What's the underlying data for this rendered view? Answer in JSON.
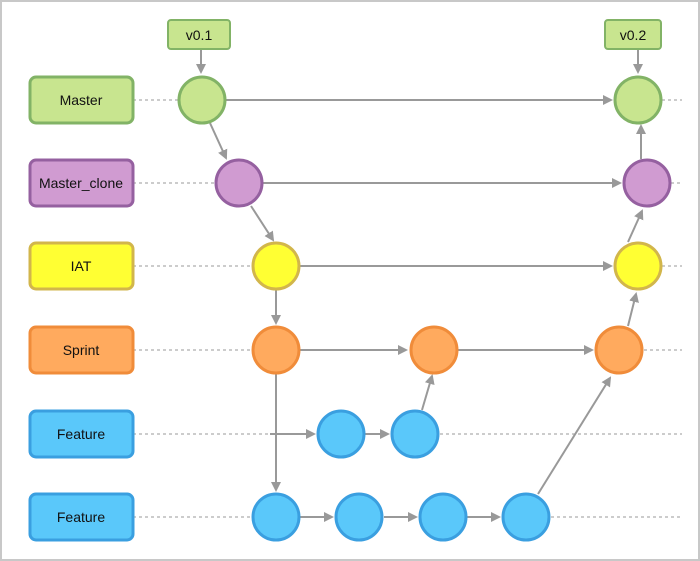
{
  "tags": {
    "v01": "v0.1",
    "v02": "v0.2"
  },
  "branches": [
    {
      "key": "master",
      "label": "Master",
      "fill": "#c8e58f",
      "stroke": "#82b366"
    },
    {
      "key": "master_clone",
      "label": "Master_clone",
      "fill": "#d09bd1",
      "stroke": "#9560a0"
    },
    {
      "key": "iat",
      "label": "IAT",
      "fill": "#ffff33",
      "stroke": "#d2b64b"
    },
    {
      "key": "sprint",
      "label": "Sprint",
      "fill": "#ffaa5e",
      "stroke": "#f08c3a"
    },
    {
      "key": "feature1",
      "label": "Feature",
      "fill": "#5ac8fa",
      "stroke": "#3a9fe0"
    },
    {
      "key": "feature2",
      "label": "Feature",
      "fill": "#5ac8fa",
      "stroke": "#3a9fe0"
    }
  ],
  "colors": {
    "edge": "#999999",
    "dashed": "#999999",
    "tag_fill": "#c8e58f",
    "tag_stroke": "#82b366",
    "frame": "#c8c8c8"
  }
}
